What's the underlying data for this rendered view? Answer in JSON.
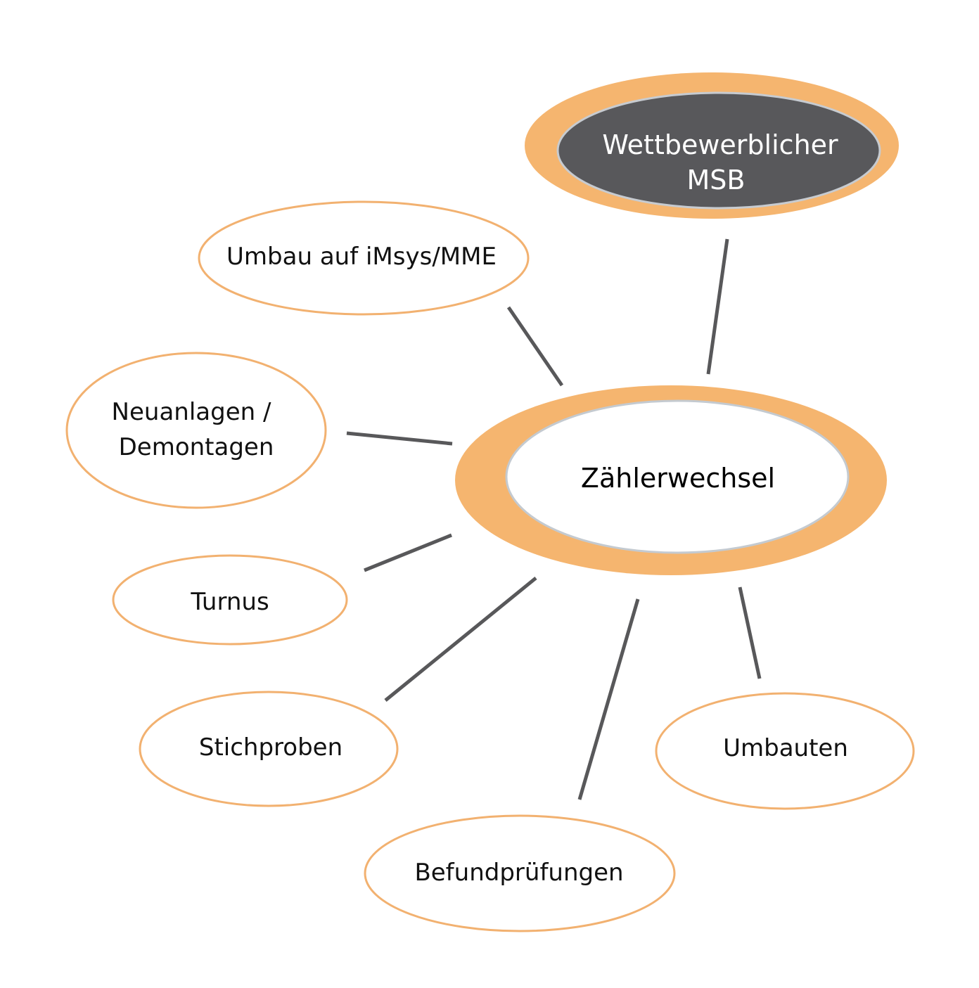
{
  "colors": {
    "accent_orange": "#f5b56f",
    "outline_orange": "#f2b170",
    "dark_node": "#58585b",
    "connector": "#58585a",
    "text": "#111111"
  },
  "diagram": {
    "hub": {
      "label": "Zählerwechsel"
    },
    "msb": {
      "line1": "Wettbewerblicher",
      "line2": "MSB"
    },
    "nodes": {
      "umbau_imsys": "Umbau auf iMsys/MME",
      "neuanlagen_line1": "Neuanlagen /",
      "neuanlagen_line2": "Demontagen",
      "turnus": "Turnus",
      "stichproben": "Stichproben",
      "befundpruefungen": "Befundprüfungen",
      "umbauten": "Umbauten"
    }
  }
}
